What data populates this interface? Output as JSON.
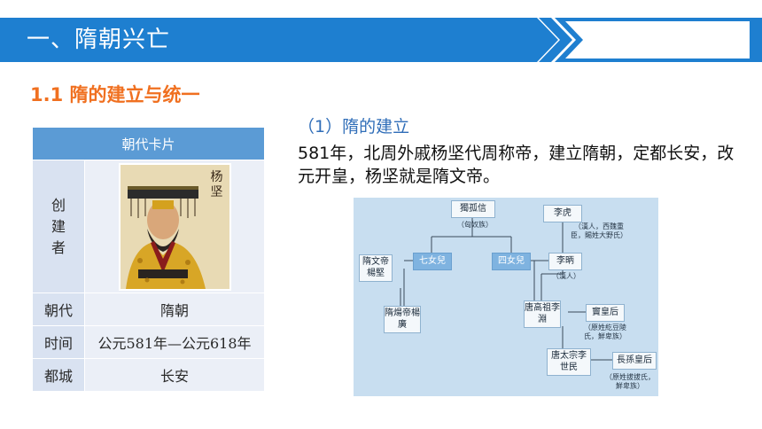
{
  "header": {
    "title": "一、隋朝兴亡"
  },
  "section_title": "1.1 隋的建立与统一",
  "card": {
    "header": "朝代卡片",
    "rows": [
      {
        "label": "创建者",
        "portrait_name": "杨坚"
      },
      {
        "label": "朝代",
        "value": "隋朝"
      },
      {
        "label": "时间",
        "value": "公元581年—公元618年"
      },
      {
        "label": "都城",
        "value": "长安"
      }
    ]
  },
  "subheading": "（1）隋的建立",
  "paragraph": "581年，北周外戚杨坚代周称帝，建立隋朝，定都长安，改元开皇，杨坚就是隋文帝。",
  "tree": {
    "dugu": "獨孤信",
    "dugu_note": "（匈奴族）",
    "lihu": "李虎",
    "lihu_note": "（漢人，西魏重臣，賜姓大野氏）",
    "qinv": "七女兒",
    "sinv": "四女兒",
    "lihao": "李昞",
    "lihao_note": "（漢人）",
    "wendi": "隋文帝楊堅",
    "yangdi": "隋煬帝楊廣",
    "gaozu": "唐高祖李淵",
    "dou": "竇皇后",
    "dou_note": "（原姓紇豆陵氏，鮮卑族）",
    "taizong": "唐太宗李世民",
    "zhangsun": "長孫皇后",
    "zhangsun_note": "（原姓拔拔氏，鮮卑族）"
  },
  "colors": {
    "header_blue": "#1e7fd0",
    "accent_orange": "#f07020",
    "subheading_blue": "#2f6db8"
  }
}
